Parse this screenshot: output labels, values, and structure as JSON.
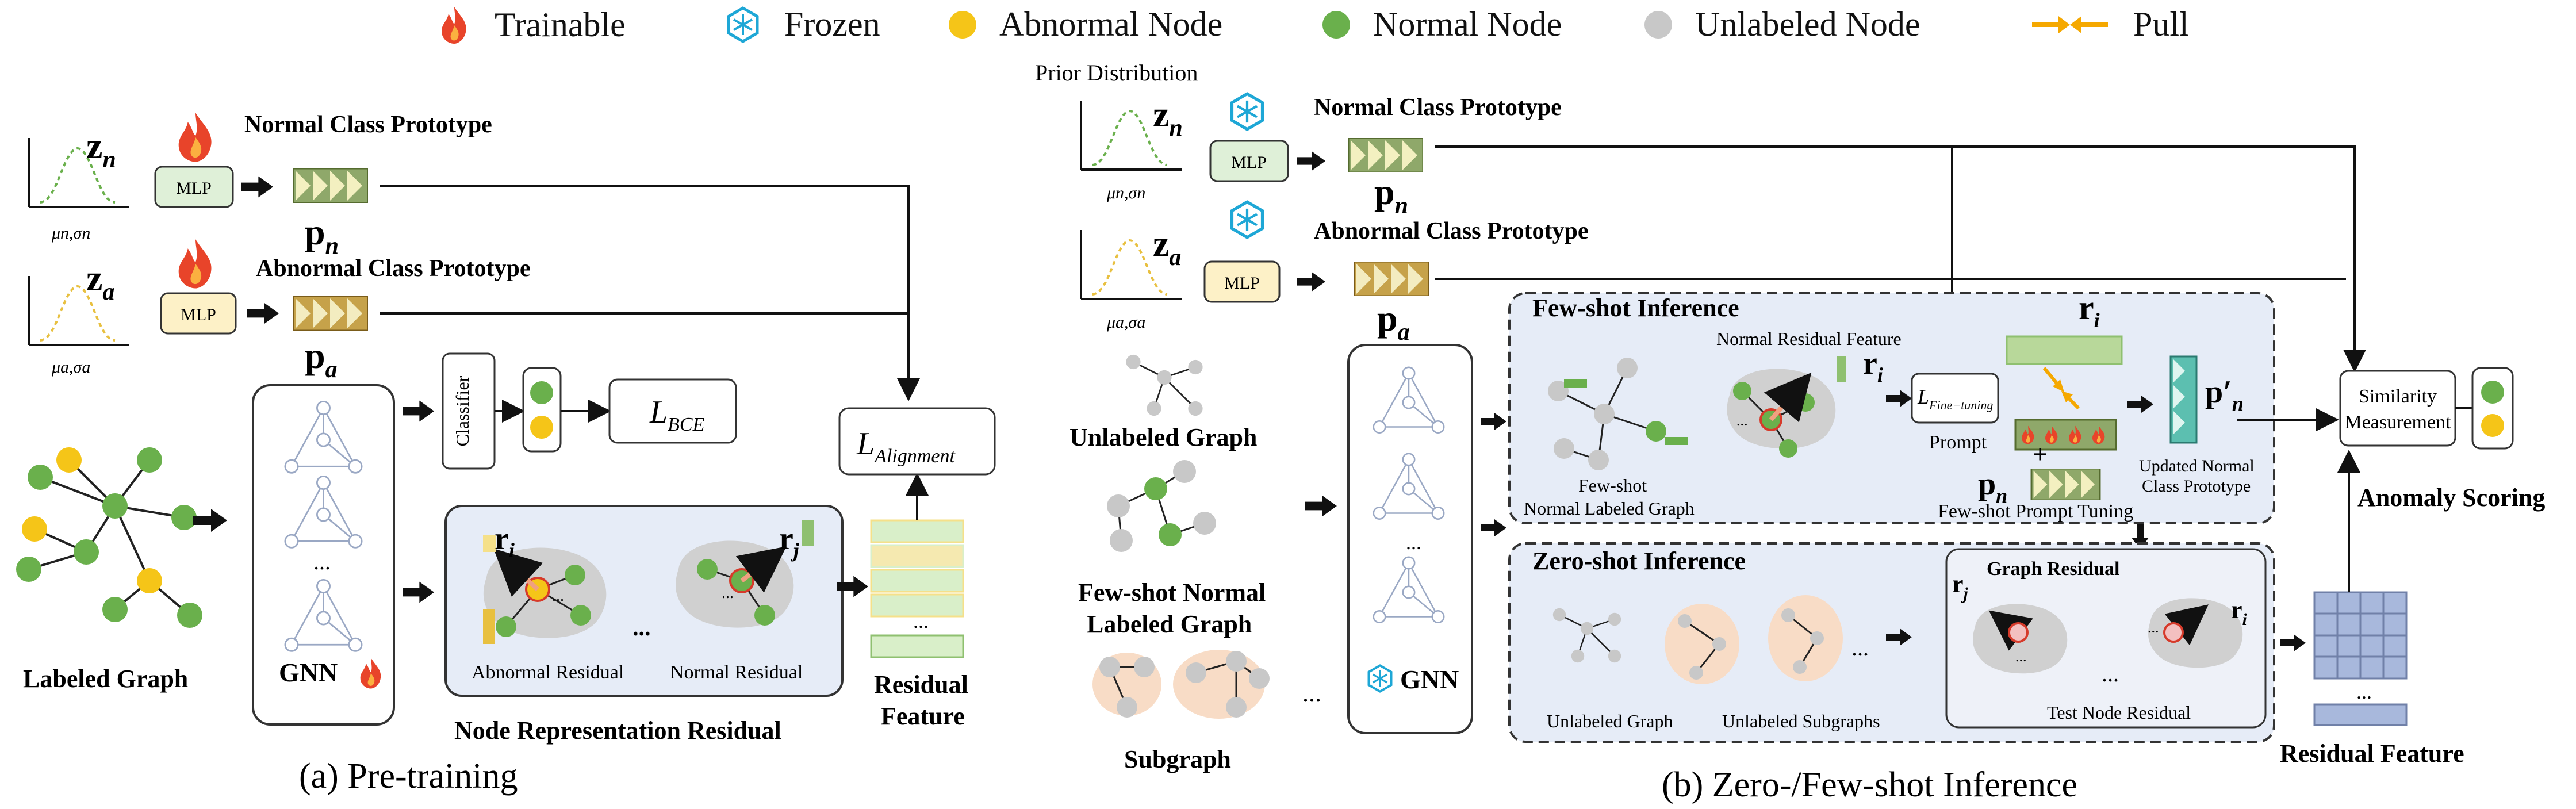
{
  "legend": {
    "trainable": "Trainable",
    "frozen": "Frozen",
    "abnormal_node": "Abnormal Node",
    "normal_node": "Normal Node",
    "unlabeled_node": "Unlabeled Node",
    "pull": "Pull"
  },
  "colors": {
    "normal_node": "#6ab04c",
    "abnormal_node": "#f5c518",
    "unlabeled_node": "#c8c8c8",
    "frozen_icon": "#1ea7d6",
    "trainable_flame": "#e8442a",
    "panel_fill": "#e6ecf7",
    "normal_mlp": "#dff0d8",
    "abnormal_mlp": "#fdf1c7",
    "residual_feature": "#d9efc9"
  },
  "pretraining": {
    "normal_prototype_title": "Normal Class Prototype",
    "abnormal_prototype_title": "Abnormal Class Prototype",
    "z_n": "z",
    "z_n_sub": "n",
    "z_a": "z",
    "z_a_sub": "a",
    "mu_sigma_n": "μn,σn",
    "mu_sigma_a": "μa,σa",
    "mlp": "MLP",
    "p_n": "p",
    "p_n_sub": "n",
    "p_a": "p",
    "p_a_sub": "a",
    "classifier": "Classifier",
    "l_bce": "L",
    "l_bce_sub": "BCE",
    "l_alignment": "L",
    "l_alignment_sub": "Alignment",
    "gnn": "GNN",
    "labeled_graph": "Labeled Graph",
    "abnormal_residual": "Abnormal Residual",
    "normal_residual": "Normal Residual",
    "node_representation_residual": "Node Representation Residual",
    "residual_feature_line1": "Residual",
    "residual_feature_line2": "Feature",
    "r_i": "r",
    "r_i_sub": "i",
    "r_j": "r",
    "r_j_sub": "j",
    "ellipsis": "...",
    "caption": "(a) Pre-training"
  },
  "inference": {
    "prior_distribution": "Prior Distribution",
    "normal_prototype_title": "Normal Class  Prototype",
    "abnormal_prototype_title": "Abnormal Class Prototype",
    "z_n": "z",
    "z_n_sub": "n",
    "z_a": "z",
    "z_a_sub": "a",
    "mu_sigma_n": "μn,σn",
    "mu_sigma_a": "μa,σa",
    "mlp": "MLP",
    "p_n": "p",
    "p_n_sub": "n",
    "p_a": "p",
    "p_a_sub": "a",
    "unlabeled_graph": "Unlabeled Graph",
    "few_shot_normal_line1": "Few-shot Normal",
    "few_shot_normal_line2": "Labeled Graph",
    "subgraph": "Subgraph",
    "gnn": "GNN",
    "few_shot_title": "Few-shot Inference",
    "normal_residual_feature": "Normal Residual Feature",
    "r_i": "r",
    "r_i_sub": "i",
    "r_j": "r",
    "r_j_sub": "j",
    "l_fine_tuning": "L",
    "l_fine_tuning_sub": "Fine−tuning",
    "prompt": "Prompt",
    "few_shot_normal_graph_line1": "Few-shot",
    "few_shot_normal_graph_line2": "Normal Labeled Graph",
    "few_shot_prompt_tuning": "Few-shot Prompt Tuning",
    "p_n_prime": "p′",
    "p_n_prime_sub": "n",
    "updated_prototype_line1": "Updated Normal",
    "updated_prototype_line2": "Class Prototype",
    "zero_shot_title": "Zero-shot Inference",
    "unlabeled_graph_small": "Unlabeled Graph",
    "unlabeled_subgraphs": "Unlabeled Subgraphs",
    "graph_residual": "Graph Residual",
    "test_node_residual": "Test Node Residual",
    "similarity_line1": "Similarity",
    "similarity_line2": "Measurement",
    "anomaly_scoring": "Anomaly Scoring",
    "residual_feature": "Residual Feature",
    "ellipsis": "...",
    "caption": "(b) Zero-/Few-shot Inference"
  }
}
